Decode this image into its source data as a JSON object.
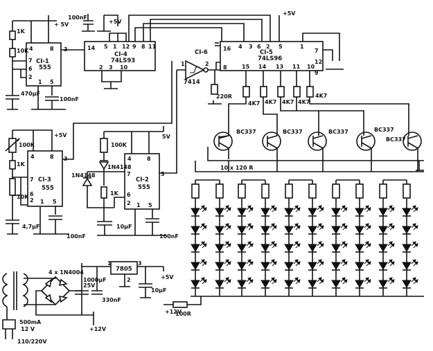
{
  "chips": {
    "ci1": {
      "name": "CI-1",
      "type": "555",
      "pins": [
        "4",
        "8",
        "3",
        "7",
        "6",
        "2",
        "1",
        "5"
      ]
    },
    "ci2": {
      "name": "CI-2",
      "type": "555",
      "pins": [
        "4",
        "8",
        "3",
        "7",
        "6",
        "2",
        "1",
        "5"
      ]
    },
    "ci3": {
      "name": "CI-3",
      "type": "555",
      "pins": [
        "4",
        "8",
        "3",
        "7",
        "6",
        "2",
        "1",
        "5"
      ]
    },
    "ci4": {
      "name": "CI-4",
      "type": "74LS93",
      "pins": [
        "14",
        "5",
        "1",
        "12",
        "9",
        "8",
        "11",
        "2",
        "3",
        "10"
      ]
    },
    "ci5": {
      "name": "CI-5",
      "type": "74LS96",
      "pins": [
        "16",
        "4",
        "3",
        "6",
        "2",
        "5",
        "7",
        "15",
        "14",
        "13",
        "11",
        "10",
        "12",
        "9",
        "8",
        "1"
      ]
    },
    "ci6": {
      "name": "CI-6",
      "type": "7414",
      "pins": [
        "1",
        "2"
      ]
    },
    "reg": {
      "name": "7805",
      "pins": [
        "1",
        "2",
        "3"
      ]
    }
  },
  "labels": {
    "p5v_ci1": "+ 5V",
    "p5v_top": "+5V",
    "p5v_ci5": "+5V",
    "p5v_ci3": "+5V",
    "p5v_ci2": "5V",
    "p5v_reg": "+5V",
    "cap_100nf_top": "100nF",
    "cap_470uf": "470µF",
    "cap_100nf_ci1": "100nF",
    "res_1k_ci1": "1K",
    "res_10k_ci1": "10K",
    "res_100k_ci3": "100K",
    "res_1k_ci3": "1K",
    "res_10k_ci3": "10K",
    "cap_47uf": "4,7µF",
    "cap_100nf_ci3": "100nF",
    "res_100k_ci2": "100K",
    "res_1k_ci2": "1K",
    "diode_a": "1N4148",
    "diode_b": "1N4148",
    "cap_10uf_ci2": "10µF",
    "cap_100nf_ci2": "100nF",
    "res_220r": "220R",
    "res_4k7_a": "4K7",
    "res_4k7_b": "4K7",
    "res_4k7_c": "4K7",
    "res_4k7_d": "4K7",
    "res_4k7_e": "4K7",
    "bc337_1": "BC337",
    "bc337_2": "BC337",
    "bc337_3": "BC337",
    "bc337_4": "BC337",
    "bc337_5": "BC337",
    "res_array": "10 x 120 R",
    "bridge": "4 x 1N4004",
    "cap_1000uf": "1000µF",
    "cap_25v": "25V",
    "cap_330nf": "330nF",
    "cap_10uf_reg": "10µF",
    "trafo_ma": "500mA",
    "trafo_v": "12 V",
    "mains": "110/220V",
    "p12v_a": "+12V",
    "p12v_b": "+12V",
    "res_100r": "100R"
  },
  "icons": [
    "resistor-icon",
    "capacitor-icon",
    "diode-icon",
    "led-icon",
    "transistor-icon",
    "ground-icon",
    "transformer-icon",
    "plug-icon",
    "schmitt-inverter-icon",
    "potentiometer-icon"
  ]
}
